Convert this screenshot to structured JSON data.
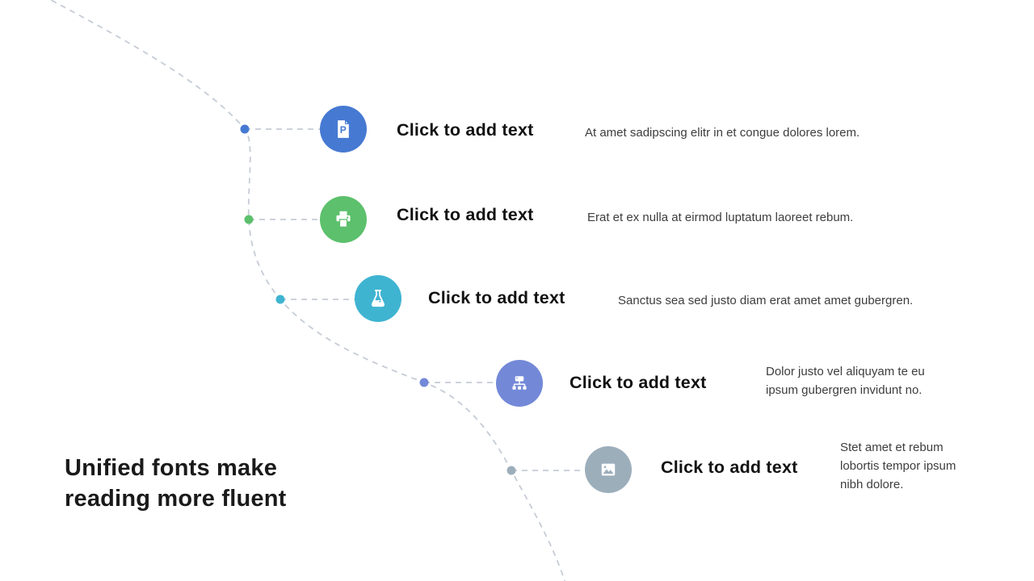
{
  "slide_title": "Unified fonts make\nreading more fluent",
  "items": [
    {
      "icon": "document-p-icon",
      "color": "#4679d2",
      "label": "Click to add text",
      "description": "At amet sadipscing elitr in et congue dolores lorem."
    },
    {
      "icon": "printer-icon",
      "color": "#5cc06c",
      "label": "Click to add text",
      "description": "Erat et ex nulla at eirmod luptatum laoreet rebum."
    },
    {
      "icon": "flask-icon",
      "color": "#3fb4d1",
      "label": "Click to add text",
      "description": "Sanctus sea sed justo diam erat amet amet gubergren."
    },
    {
      "icon": "org-chart-icon",
      "color": "#7389d8",
      "label": "Click to add text",
      "description": "Dolor justo vel aliquyam te eu ipsum gubergren invidunt no."
    },
    {
      "icon": "image-icon",
      "color": "#9daebb",
      "label": "Click to add text",
      "description": "Stet amet et rebum lobortis tempor ipsum nibh dolore."
    }
  ],
  "colors": {
    "background": "#ffffff",
    "dashed_line": "#c6ccd6",
    "label_text": "#111111",
    "description_text": "#3d3d3d",
    "title_text": "#1a1a1a"
  }
}
